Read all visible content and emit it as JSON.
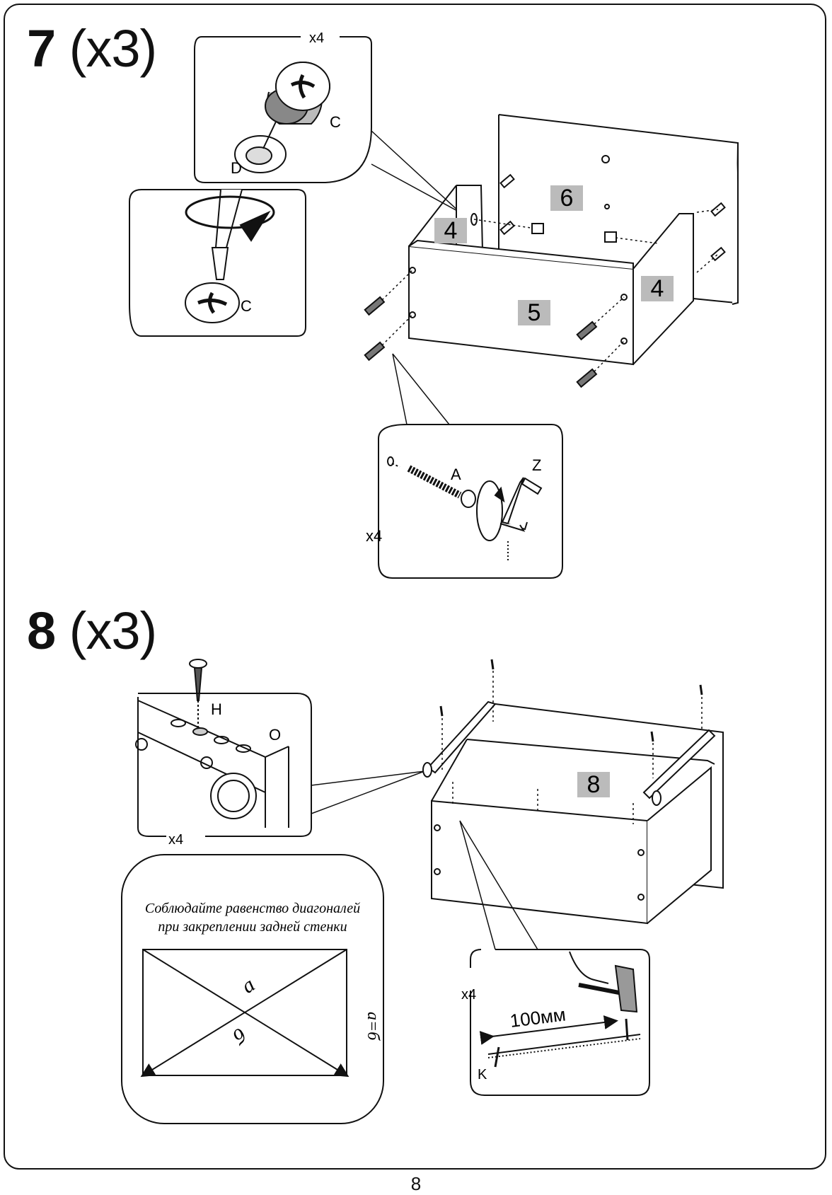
{
  "page_number": "8",
  "step7": {
    "number": "7",
    "multiplier": "(x3)",
    "cam_callout": {
      "count": "x4",
      "label_c": "C",
      "label_d": "D"
    },
    "screw_callout": {
      "label_c": "C"
    },
    "panels": {
      "p4_left": "4",
      "p6": "6",
      "p4_right": "4",
      "p5": "5"
    },
    "bolt_callout": {
      "label_a": "A",
      "label_z": "Z",
      "count": "x4"
    }
  },
  "step8": {
    "number": "8",
    "multiplier": "(x3)",
    "rail_callout": {
      "label_h": "H",
      "label_o": "O",
      "count": "x4"
    },
    "panels": {
      "p8": "8"
    },
    "diagonal_note": {
      "line1": "Соблюдайте равенство диагоналей",
      "line2": "при закреплении задней стенки",
      "diag_a": "a",
      "diag_b": "б",
      "equation": "a=б"
    },
    "nail_callout": {
      "count": "x4",
      "distance": "100мм",
      "label_k": "K"
    }
  }
}
